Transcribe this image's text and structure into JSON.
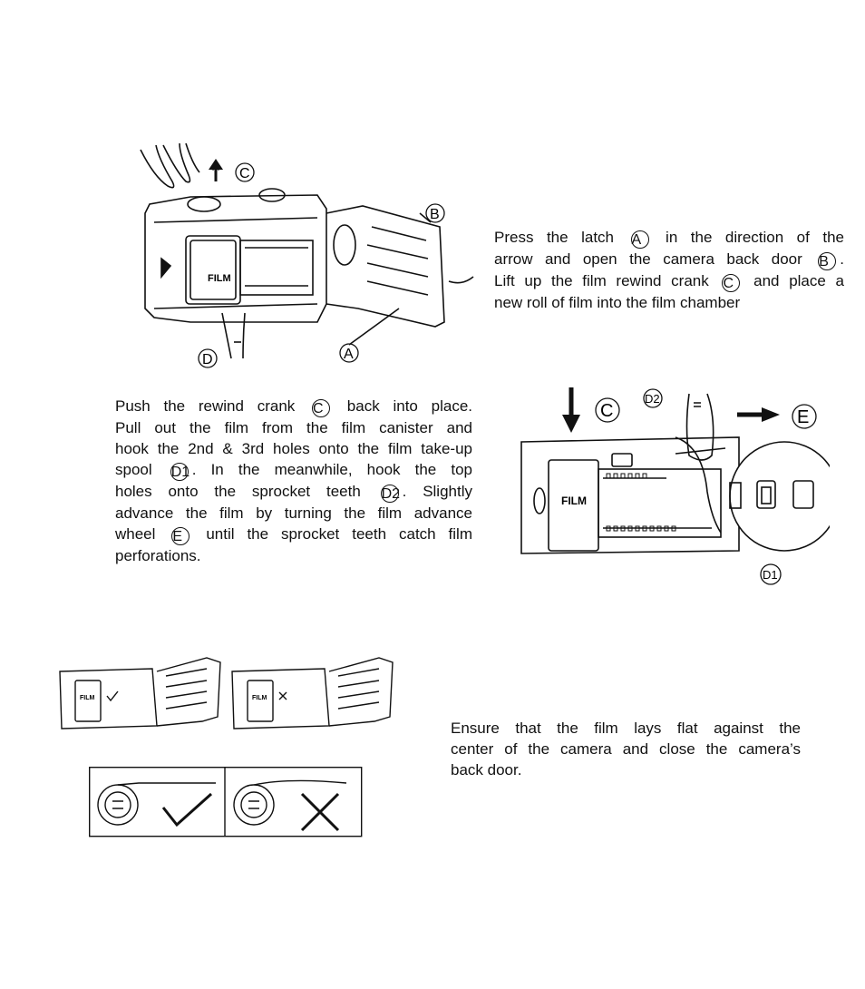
{
  "step1": {
    "lines": [
      [
        "Press the latch ",
        "A",
        " in the direction of the"
      ],
      [
        "arrow and open the camera back door ",
        "B",
        "."
      ],
      [
        "Lift up the film rewind crank ",
        "C",
        " and place a"
      ],
      [
        "new roll of film into the film chamber",
        "",
        ""
      ]
    ],
    "labels": {
      "a": "A",
      "b": "B",
      "c": "C",
      "d": "D",
      "film": "FILM"
    }
  },
  "step2": {
    "lines": [
      [
        "Push the rewind crank ",
        "C",
        " back into place."
      ],
      [
        "Pull out the film from the film canister and",
        "",
        ""
      ],
      [
        "hook the 2nd & 3rd holes onto the film take-up",
        "",
        ""
      ],
      [
        "spool ",
        "D1",
        ". In the meanwhile, hook the top"
      ],
      [
        "holes onto the sprocket teeth ",
        "D2",
        ". Slightly"
      ],
      [
        "advance the film by turning the film advance",
        "",
        ""
      ],
      [
        "wheel ",
        "E",
        " until the sprocket teeth catch film"
      ],
      [
        "perforations.",
        "",
        ""
      ]
    ],
    "labels": {
      "c": "C",
      "d2": "D2",
      "e": "E",
      "d1": "D1",
      "film": "FILM"
    }
  },
  "step3": {
    "lines": [
      [
        "Ensure that the film lays flat against the",
        "",
        ""
      ],
      [
        "center of the camera and close the camera’s",
        "",
        ""
      ],
      [
        "back door.",
        "",
        ""
      ]
    ],
    "labels": {
      "film": "FILM"
    }
  }
}
